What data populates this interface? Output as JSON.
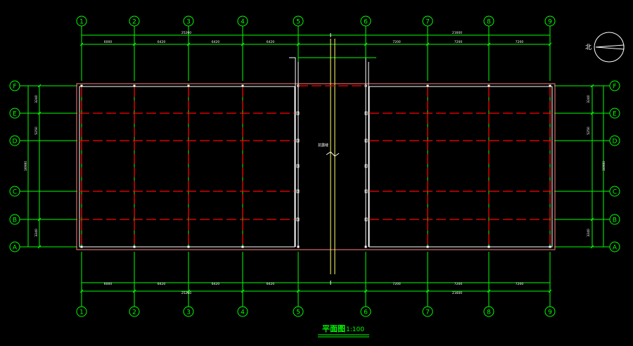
{
  "drawing": {
    "title": "平面图",
    "scale": "1:100",
    "north_label": "北",
    "colors": {
      "background": "#000000",
      "grid": "#00ff00",
      "wall": "#ffffff",
      "outline": "#ff8080",
      "beam": "#ff0000",
      "joint": "#ffff66"
    }
  },
  "axes": {
    "vertical": [
      "1",
      "2",
      "3",
      "4",
      "5",
      "6",
      "7",
      "8",
      "9"
    ],
    "horizontal": [
      "F",
      "E",
      "D",
      "C",
      "B",
      "A"
    ]
  },
  "dimensions": {
    "top_bays": [
      "6000",
      "6420",
      "6420",
      "6420",
      "7200",
      "7200",
      "7200"
    ],
    "top_totals": [
      "25260",
      "21600"
    ],
    "bottom_bays": [
      "6000",
      "6420",
      "6420",
      "6420",
      "7200",
      "7200",
      "7200"
    ],
    "bottom_totals": [
      "25260",
      "21600"
    ],
    "left_bays": [
      "3240",
      "5250",
      "3240"
    ],
    "left_total": "16980",
    "right_bays": [
      "3240",
      "5250",
      "3240"
    ],
    "right_total": "16980",
    "joint_label": "抗震缝"
  }
}
